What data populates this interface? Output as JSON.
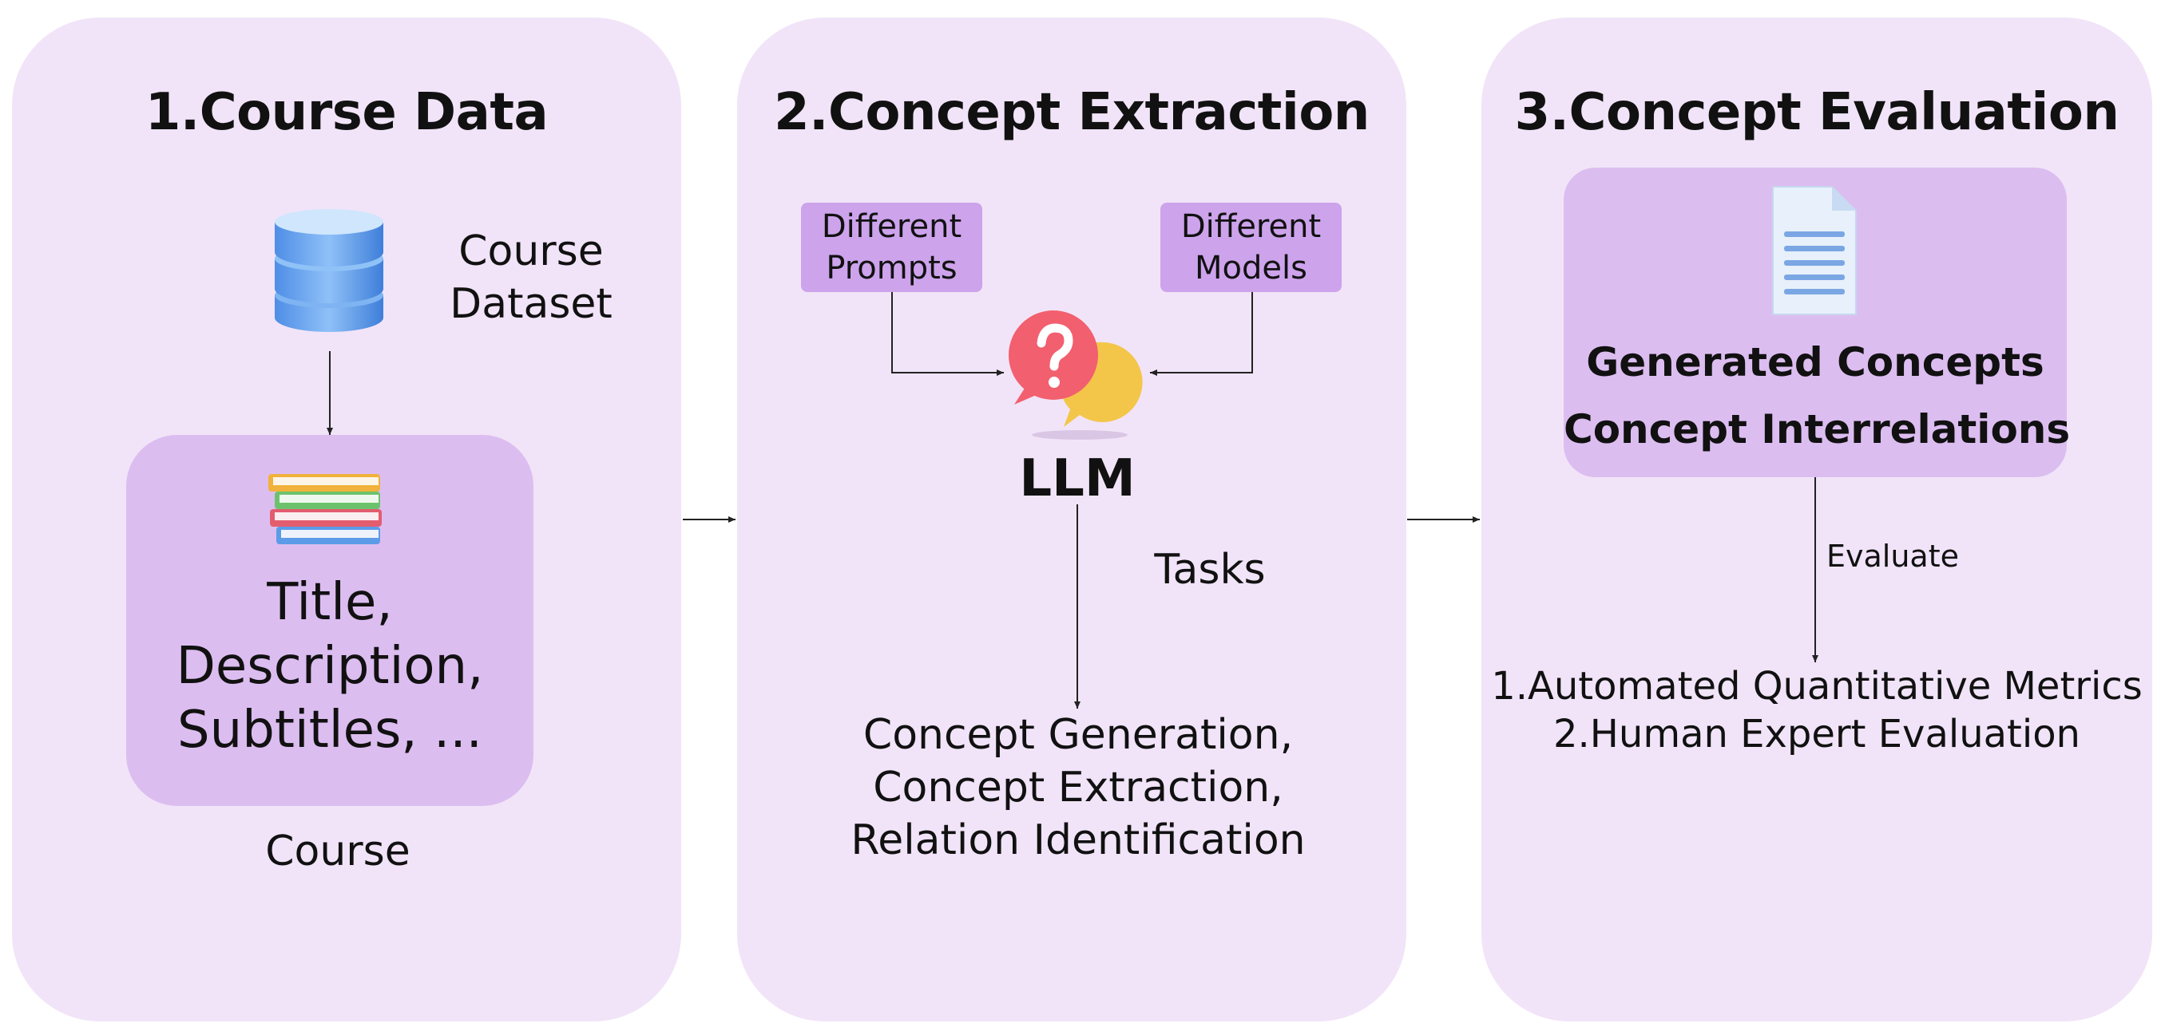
{
  "panel1": {
    "title": "1.Course Data",
    "dataset_label_line1": "Course",
    "dataset_label_line2": "Dataset",
    "course_fields_line1": "Title,",
    "course_fields_line2": "Description,",
    "course_fields_line3": "Subtitles, ...",
    "course_label": "Course"
  },
  "panel2": {
    "title": "2.Concept Extraction",
    "prompts_line1": "Different",
    "prompts_line2": "Prompts",
    "models_line1": "Different",
    "models_line2": "Models",
    "llm_label": "LLM",
    "tasks_label": "Tasks",
    "tasks_line1": "Concept Generation,",
    "tasks_line2": "Concept Extraction,",
    "tasks_line3": "Relation Identification"
  },
  "panel3": {
    "title": "3.Concept Evaluation",
    "output_line1": "Generated Concepts",
    "output_line2": "Concept Interrelations",
    "evaluate_label": "Evaluate",
    "metric_line1": "1.Automated Quantitative Metrics",
    "metric_line2": "2.Human Expert Evaluation"
  },
  "icons": {
    "database": "database-icon",
    "books": "books-icon",
    "question_bubble": "question-chat-icon",
    "document": "document-icon"
  },
  "colors": {
    "panel_bg": "#f1e4f8",
    "inner_box": "#dcbdf0",
    "tag_box": "#cda3ec"
  }
}
